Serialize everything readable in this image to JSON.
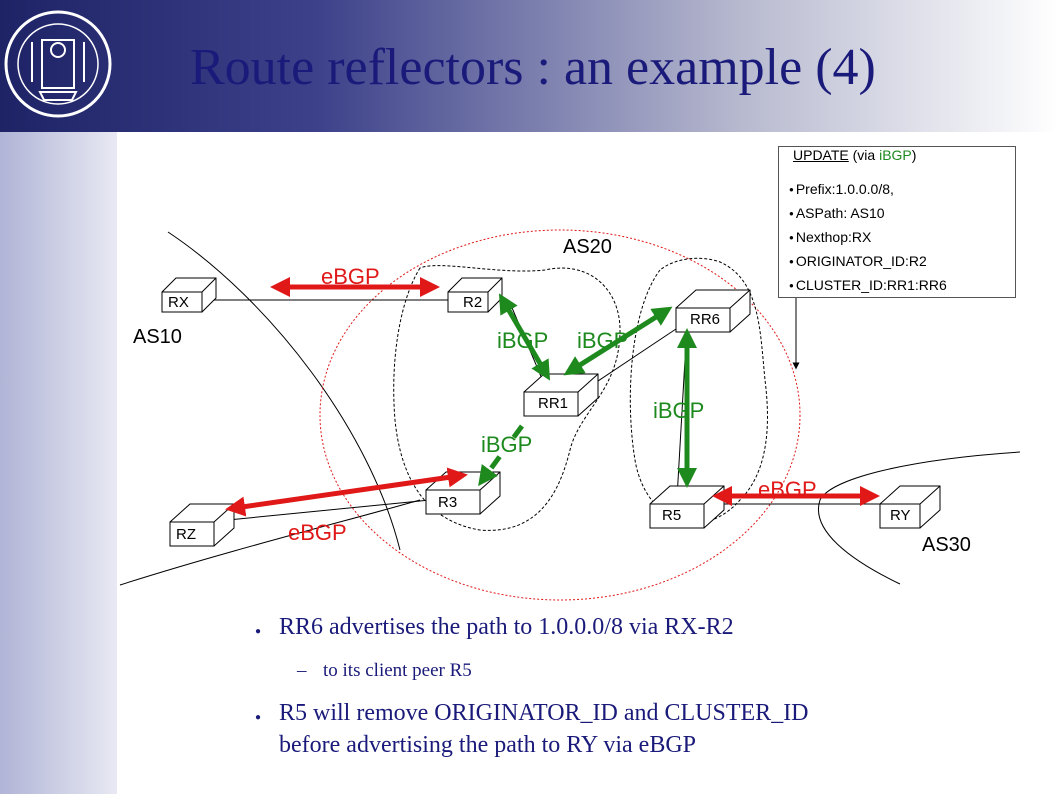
{
  "slide": {
    "title": "Route reflectors : an example (4)"
  },
  "routers": {
    "rx": "RX",
    "r2": "R2",
    "rr6": "RR6",
    "rr1": "RR1",
    "r3": "R3",
    "r5": "R5",
    "rz": "RZ",
    "ry": "RY"
  },
  "as_labels": {
    "as10": "AS10",
    "as20": "AS20",
    "as30": "AS30"
  },
  "sessions": {
    "ebgp_top": "eBGP",
    "ibgp_r2": "iBGP",
    "ibgp_rr6": "iBGP",
    "ibgp_r5": "iBGP",
    "ibgp_r3": "iBGP",
    "ebgp_ry": "eBGP",
    "ebgp_rz": "eBGP"
  },
  "update_box": {
    "update_word": "UPDATE",
    "via_open": " (via ",
    "via_proto": "iBGP",
    "via_close": ")",
    "items": [
      "Prefix:1.0.0.0/8,",
      "ASPath: AS10",
      "Nexthop:RX",
      "ORIGINATOR_ID:R2",
      "CLUSTER_ID:RR1:RR6"
    ]
  },
  "bullets": {
    "b1": "RR6 advertises the path to 1.0.0.0/8 via RX-R2",
    "b1_sub": "to its client peer R5",
    "b2_line1": "R5 will remove ORIGINATOR_ID and CLUSTER_ID",
    "b2_line2": "before advertising the path to RY via eBGP"
  },
  "colors": {
    "title": "#1a1a7a",
    "ibgp": "#1e8a1e",
    "ebgp": "#e01818"
  }
}
